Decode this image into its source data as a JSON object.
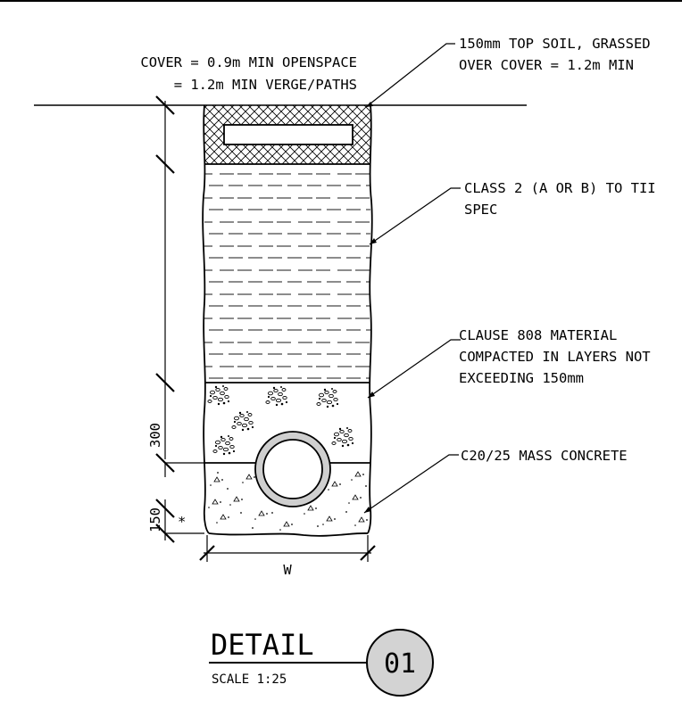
{
  "labels": {
    "cover_line1": "COVER = 0.9m MIN OPENSPACE",
    "cover_line2": "= 1.2m MIN VERGE/PATHS",
    "topsoil_line1": "150mm TOP SOIL, GRASSED",
    "topsoil_line2": "OVER COVER = 1.2m MIN",
    "class2_line1": "CLASS 2 (A OR B) TO TII",
    "class2_line2": "SPEC",
    "clause808_line1": "CLAUSE 808 MATERIAL",
    "clause808_line2": "COMPACTED IN LAYERS NOT",
    "clause808_line3": "EXCEEDING 150mm",
    "concrete": "C20/25 MASS CONCRETE"
  },
  "dimensions": {
    "pipe_zone": "300",
    "bedding": "150",
    "bedding_note": "*",
    "width": "W"
  },
  "title_block": {
    "title": "DETAIL",
    "scale": "SCALE 1:25",
    "number": "01"
  }
}
